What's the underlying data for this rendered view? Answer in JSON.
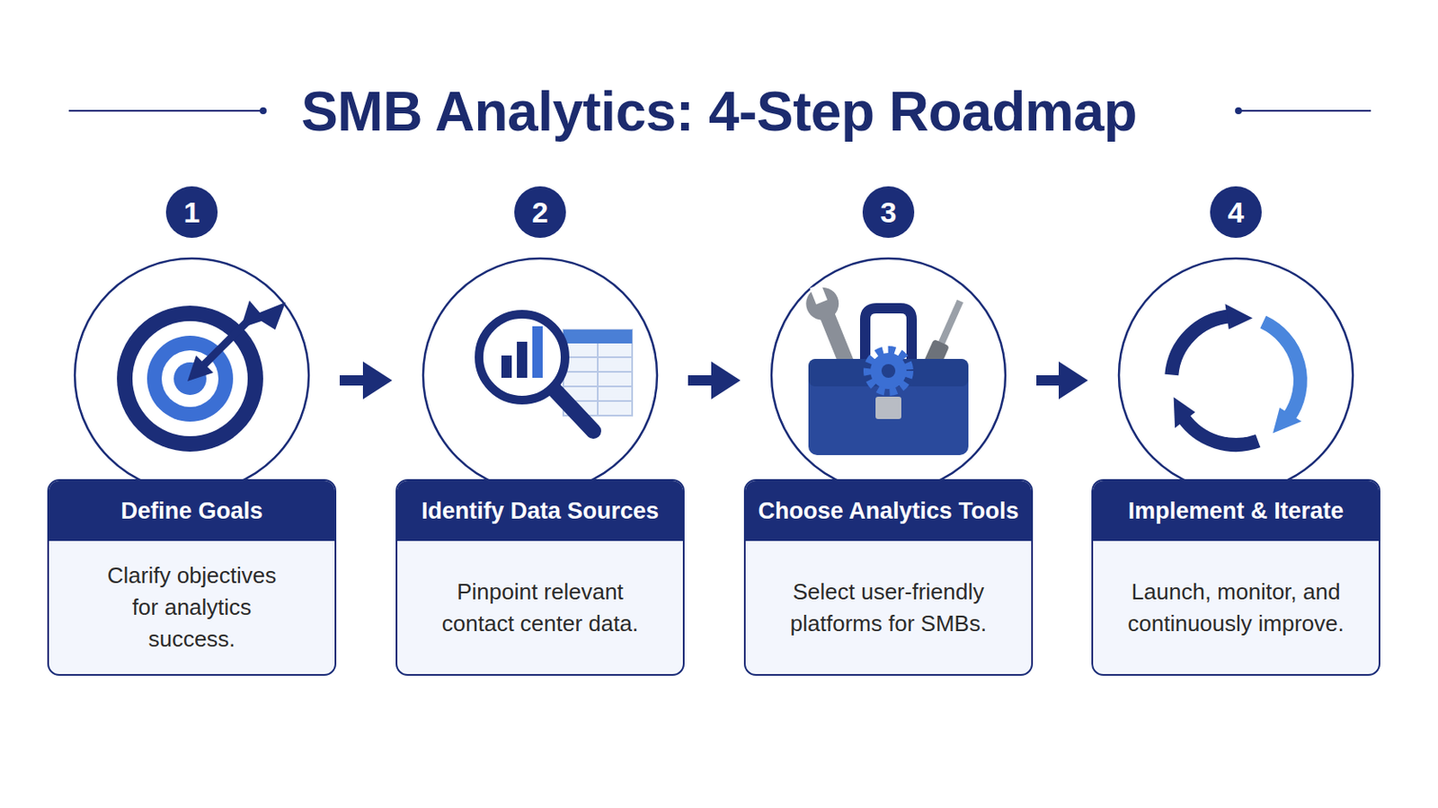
{
  "diagram": {
    "title": "SMB Analytics: 4-Step Roadmap",
    "nodes": [
      {
        "text": [
          "1"
        ]
      },
      {
        "text": [
          "Define Goals",
          "Clarify objectives for analytics success."
        ]
      },
      {
        "text": [
          "2"
        ]
      },
      {
        "text": [
          "Identify Data Sources",
          "Pinpoint relevant contact center data."
        ]
      },
      {
        "text": [
          "3"
        ]
      },
      {
        "text": [
          "Choose Analytics Tools",
          "Select user-friendly platforms for SMBs."
        ]
      },
      {
        "text": [
          "4"
        ]
      },
      {
        "text": [
          "Implement & Iterate",
          "Launch, monitor, and continuously improve."
        ]
      }
    ],
    "edges": [
      {
        "from": 1,
        "to": 3,
        "arrow": "to"
      },
      {
        "from": 3,
        "to": 5,
        "arrow": "to"
      },
      {
        "from": 5,
        "to": 7,
        "arrow": "to"
      }
    ]
  }
}
